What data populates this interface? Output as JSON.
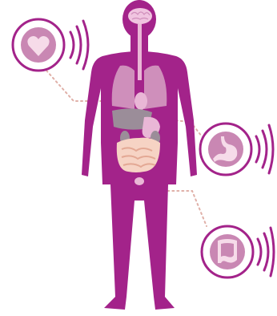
{
  "colors": {
    "body": "#a3238a",
    "organ_light": "#e9b7d6",
    "organ_mid": "#cf8fbb",
    "organ_grey": "#9b8d99",
    "intestine": "#f6d3c4",
    "brain": "#f0c4e0",
    "badge_fill": "#c987b3",
    "badge_ring": "#a3238a",
    "connector": "#e0b0a8"
  },
  "callouts": [
    {
      "organ": "heart",
      "icon": "heart-icon"
    },
    {
      "organ": "stomach",
      "icon": "stomach-icon"
    },
    {
      "organ": "intestine",
      "icon": "intestine-icon"
    }
  ]
}
